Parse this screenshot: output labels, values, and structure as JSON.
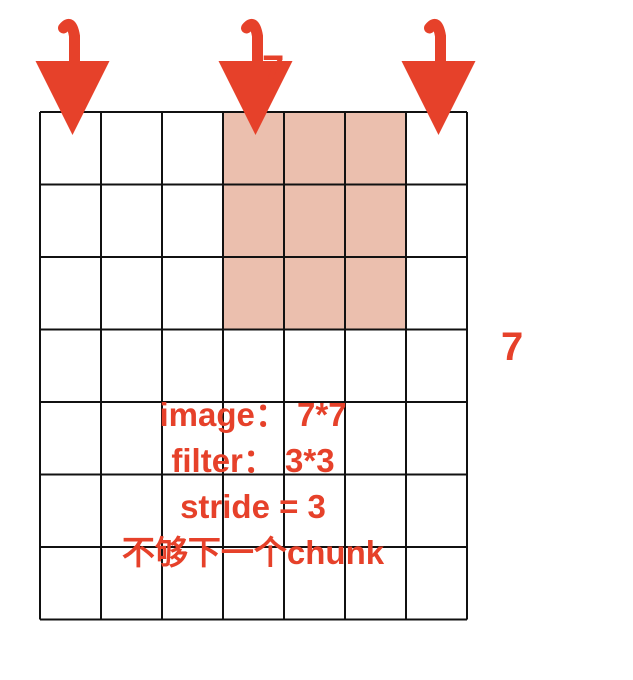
{
  "grid": {
    "rows": 7,
    "cols": 7,
    "highlight": {
      "row_start": 0,
      "row_end": 2,
      "col_start": 3,
      "col_end": 5
    }
  },
  "arrows": {
    "columns": [
      0,
      3,
      6
    ]
  },
  "labels": {
    "top_dimension": "7",
    "right_dimension": "7"
  },
  "annotations": [
    "image： 7*7",
    "filter： 3*3",
    "stride = 3",
    "不够下一个chunk"
  ],
  "colors": {
    "grid_line": "#111111",
    "highlight_fill": "#ebbfae",
    "arrow": "#e6412a",
    "text": "#e6412a"
  }
}
